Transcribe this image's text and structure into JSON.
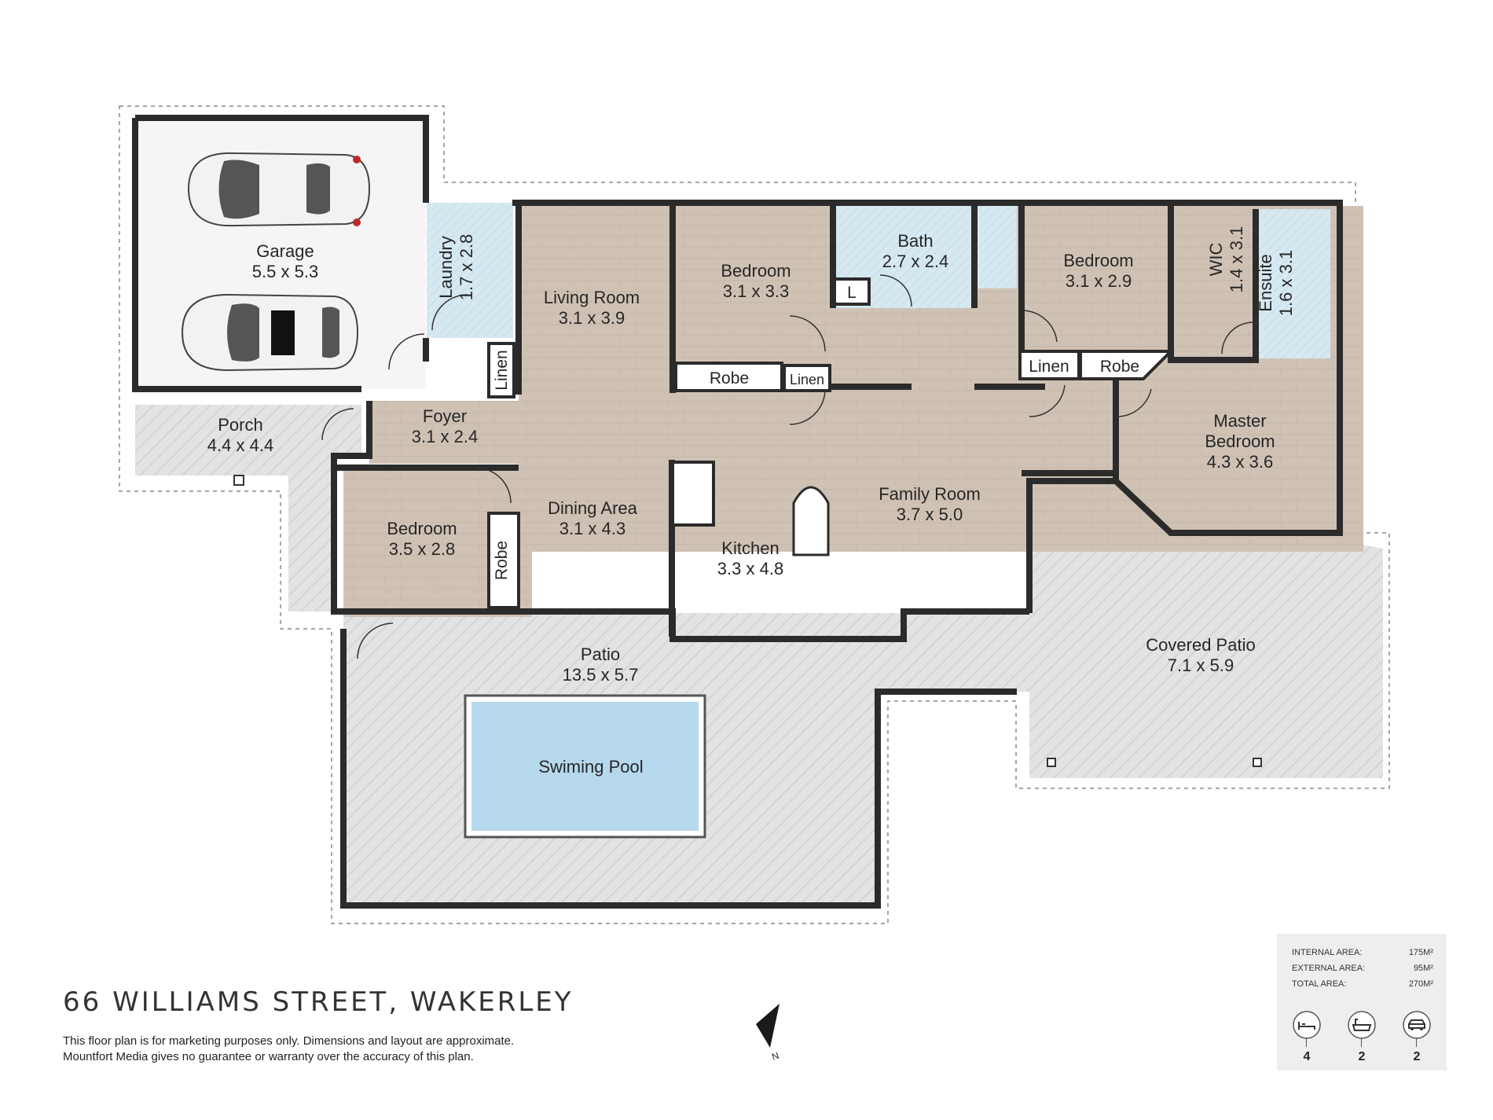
{
  "property": {
    "address": "66 WILLIAMS STREET, WAKERLEY",
    "disclaimer_line1": "This floor plan is for marketing purposes only. Dimensions and layout are approximate.",
    "disclaimer_line2": "Mountfort Media gives no guarantee or warranty over the accuracy of this plan."
  },
  "rooms": {
    "garage": {
      "name": "Garage",
      "dims": "5.5 x 5.3"
    },
    "laundry": {
      "name": "Laundry",
      "dims": "1.7 x 2.8"
    },
    "living": {
      "name": "Living Room",
      "dims": "3.1 x 3.9"
    },
    "bedroom1": {
      "name": "Bedroom",
      "dims": "3.1 x 3.3"
    },
    "bath": {
      "name": "Bath",
      "dims": "2.7 x 2.4"
    },
    "bedroom2": {
      "name": "Bedroom",
      "dims": "3.1 x 2.9"
    },
    "wic": {
      "name": "WIC",
      "dims": "1.4 x 3.1"
    },
    "ensuite": {
      "name": "Ensuite",
      "dims": "1.6 x 3.1"
    },
    "porch": {
      "name": "Porch",
      "dims": "4.4 x 4.4"
    },
    "foyer": {
      "name": "Foyer",
      "dims": "3.1 x 2.4"
    },
    "master": {
      "name1": "Master",
      "name2": "Bedroom",
      "dims": "4.3 x 3.6"
    },
    "bedroom3": {
      "name": "Bedroom",
      "dims": "3.5 x 2.8"
    },
    "dining": {
      "name": "Dining Area",
      "dims": "3.1 x 4.3"
    },
    "family": {
      "name": "Family Room",
      "dims": "3.7 x 5.0"
    },
    "kitchen": {
      "name": "Kitchen",
      "dims": "3.3 x 4.8"
    },
    "patio": {
      "name": "Patio",
      "dims": "13.5 x 5.7"
    },
    "covered_patio": {
      "name": "Covered Patio",
      "dims": "7.1 x 5.9"
    },
    "pool": {
      "name": "Swiming Pool"
    }
  },
  "fixtures": {
    "linen": "Linen",
    "robe": "Robe",
    "l": "L",
    "north": "N"
  },
  "areas": {
    "internal_label": "INTERNAL AREA:",
    "internal_value": "175M²",
    "external_label": "EXTERNAL AREA:",
    "external_value": "95M²",
    "total_label": "TOTAL AREA:",
    "total_value": "270M²"
  },
  "counts": {
    "bedrooms": "4",
    "bathrooms": "2",
    "car_spaces": "2"
  },
  "icons": [
    "bed-icon",
    "bath-icon",
    "car-icon",
    "north-arrow-icon"
  ],
  "colors": {
    "floor_wood": "#cdbfb2",
    "wet_area": "#d5e7ef",
    "paving": "#e1e1e1",
    "pool": "#b7d8ec",
    "wall": "#2b2b2b"
  }
}
